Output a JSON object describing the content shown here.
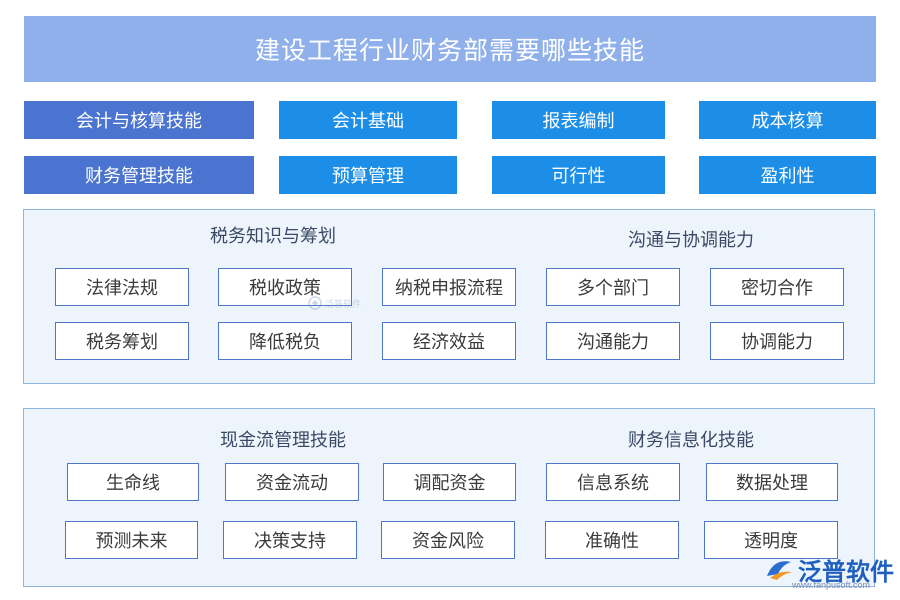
{
  "title": "建设工程行业财务部需要哪些技能",
  "rows": [
    {
      "main": "会计与核算技能",
      "items": [
        "会计基础",
        "报表编制",
        "成本核算"
      ]
    },
    {
      "main": "财务管理技能",
      "items": [
        "预算管理",
        "可行性",
        "盈利性"
      ]
    }
  ],
  "panel1": {
    "left_title": "税务知识与筹划",
    "right_title": "沟通与协调能力",
    "left_row1": [
      "法律法规",
      "税收政策",
      "纳税申报流程"
    ],
    "left_row2": [
      "税务筹划",
      "降低税负",
      "经济效益"
    ],
    "right_row1": [
      "多个部门",
      "密切合作"
    ],
    "right_row2": [
      "沟通能力",
      "协调能力"
    ]
  },
  "panel2": {
    "left_title": "现金流管理技能",
    "right_title": "财务信息化技能",
    "left_row1": [
      "生命线",
      "资金流动",
      "调配资金"
    ],
    "left_row2": [
      "预测未来",
      "决策支持",
      "资金风险"
    ],
    "right_row1": [
      "信息系统",
      "数据处理"
    ],
    "right_row2": [
      "准确性",
      "透明度"
    ]
  },
  "watermark": {
    "text": "泛普软件",
    "url": "www.fanpusoft.com"
  },
  "logo": {
    "text": "泛普软件",
    "url": "www.fanpusoft.com"
  },
  "colors": {
    "title_bg": "#8fb0ea",
    "main_tile": "#4a74cf",
    "sub_tile": "#1d8ee8",
    "panel_bg": "#eef4fb",
    "item_border": "#4f76c9"
  }
}
